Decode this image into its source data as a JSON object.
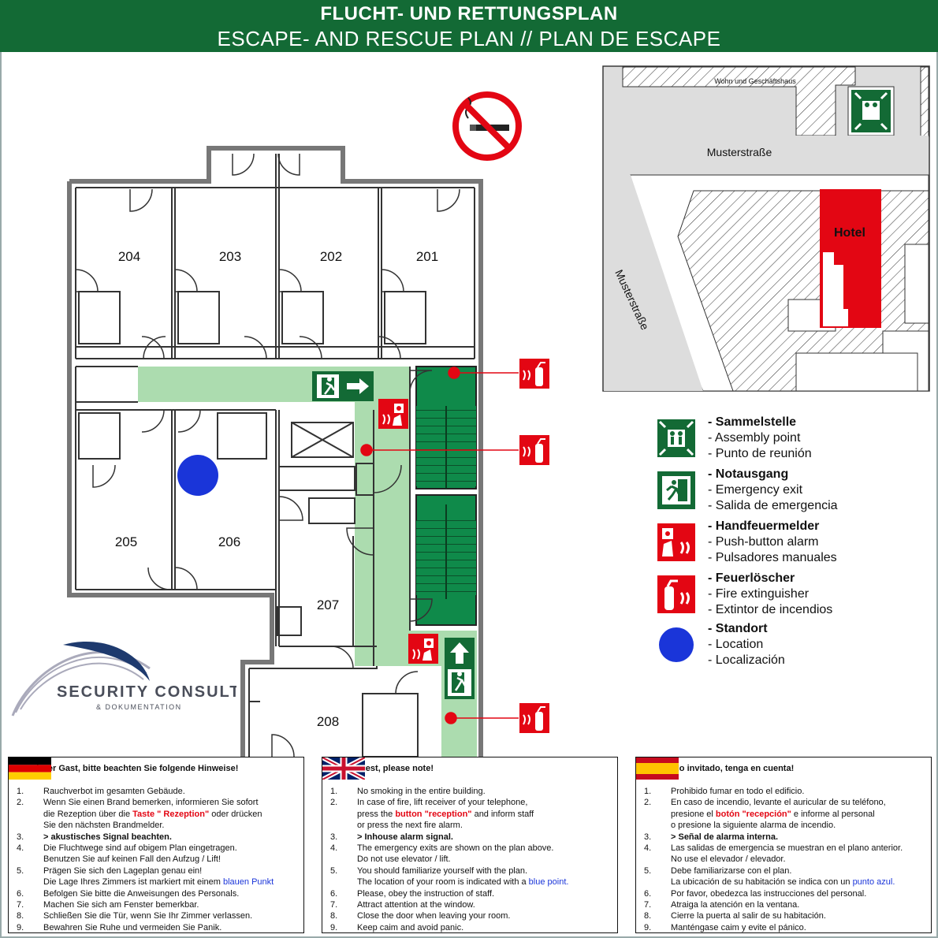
{
  "header": {
    "title": "FLUCHT- UND RETTUNGSPLAN",
    "subtitle": "ESCAPE- AND RESCUE PLAN // PLAN DE ESCAPE"
  },
  "colors": {
    "green": "#136a35",
    "corridor_green": "#acdcaf",
    "stair_green": "#0f8a4a",
    "red": "#e30613",
    "blue": "#1a35d9"
  },
  "floorplan": {
    "rooms": [
      "204",
      "203",
      "202",
      "201",
      "205",
      "206",
      "207",
      "208"
    ]
  },
  "site_map": {
    "building_label": "Wohn und Geschäftshaus",
    "street_horizontal": "Musterstraße",
    "street_vertical": "Musterstraße",
    "hotel_label": "Hotel"
  },
  "legend": [
    {
      "icon": "assembly-point-icon",
      "title": "- Sammelstelle",
      "en": "- Assembly point",
      "es": "- Punto de reunión"
    },
    {
      "icon": "emergency-exit-icon",
      "title": "- Notausgang",
      "en": "- Emergency exit",
      "es": "- Salida de emergencia"
    },
    {
      "icon": "fire-alarm-icon",
      "title": "- Handfeuermelder",
      "en": "- Push-button alarm",
      "es": "- Pulsadores manuales"
    },
    {
      "icon": "fire-extinguisher-icon",
      "title": "- Feuerlöscher",
      "en": "- Fire extinguisher",
      "es": "- Extintor de incendios"
    },
    {
      "icon": "location-dot-icon",
      "title": "- Standort",
      "en": "- Location",
      "es": "- Localización"
    }
  ],
  "logo": {
    "name": "SECURITY CONSULT",
    "sub": "& DOKUMENTATION"
  },
  "notes": {
    "de": {
      "title": "Verehrter Gast, bitte beachten Sie folgende Hinweise!",
      "items": [
        {
          "n": "1.",
          "lines": [
            "Rauchverbot im gesamten Gebäude."
          ]
        },
        {
          "n": "2.",
          "lines": [
            "Wenn Sie einen Brand bemerken, informieren Sie sofort",
            "die Rezeption über die ",
            "Sie den nächsten Brandmelder."
          ],
          "hl": "Taste \" Rezeption\"",
          "after": "  oder drücken"
        },
        {
          "n": "3.",
          "lines": [
            ">  akustisches Signal beachten."
          ],
          "bold": true
        },
        {
          "n": "4.",
          "lines": [
            "Die Fluchtwege sind auf obigem Plan eingetragen.",
            "Benutzen Sie auf keinen Fall den Aufzug / Lift!"
          ]
        },
        {
          "n": "5.",
          "lines": [
            "Prägen Sie sich den Lageplan genau ein!",
            "Die Lage Ihres Zimmers ist markiert mit einem "
          ],
          "blue": "blauen Punkt"
        },
        {
          "n": "6.",
          "lines": [
            "Befolgen Sie bitte die Anweisungen des Personals."
          ]
        },
        {
          "n": "7.",
          "lines": [
            "Machen Sie sich am Fenster bemerkbar."
          ]
        },
        {
          "n": "8.",
          "lines": [
            "Schließen Sie die Tür, wenn Sie Ihr Zimmer verlassen."
          ]
        },
        {
          "n": "9.",
          "lines": [
            "Bewahren Sie Ruhe und vermeiden Sie Panik."
          ]
        }
      ]
    },
    "en": {
      "title": "Dear Guest, please note!",
      "items": [
        {
          "n": "1.",
          "lines": [
            "No smoking in the entire building."
          ]
        },
        {
          "n": "2.",
          "lines": [
            "In case of fire, lift receiver of your telephone,",
            "press the ",
            "or press the next fire alarm."
          ],
          "hl": "button \"reception\"",
          "after": "  and inform staff"
        },
        {
          "n": "3.",
          "lines": [
            " > Inhouse alarm signal."
          ],
          "bold": true
        },
        {
          "n": "4.",
          "lines": [
            "The emergency exits are shown on the plan above.",
            "Do not use elevator / lift."
          ]
        },
        {
          "n": "5.",
          "lines": [
            "You should familiarize yourself with the plan.",
            "The location of your room is indicated with a "
          ],
          "blue": "blue point."
        },
        {
          "n": "6.",
          "lines": [
            "Please, obey the instruction of staff."
          ]
        },
        {
          "n": "7.",
          "lines": [
            "Attract attention at the window."
          ]
        },
        {
          "n": "8.",
          "lines": [
            "Close the door when leaving your room."
          ]
        },
        {
          "n": "9.",
          "lines": [
            "Keep caim and avoid panic."
          ]
        }
      ]
    },
    "es": {
      "title": "Estimado invitado, tenga en cuenta!",
      "items": [
        {
          "n": "1.",
          "lines": [
            "Prohibido fumar en todo el edificio."
          ]
        },
        {
          "n": "2.",
          "lines": [
            "En caso de incendio, levante el auricular de su teléfono,",
            "presione el ",
            "o presione la siguiente alarma de incendio."
          ],
          "hl": "botón \"recepción\"",
          "after": " e informe al personal"
        },
        {
          "n": "3.",
          "lines": [
            "> Señal de alarma interna."
          ],
          "bold": true
        },
        {
          "n": "4.",
          "lines": [
            "Las salidas de emergencia se muestran en el plano anterior.",
            "No use el elevador / elevador."
          ]
        },
        {
          "n": "5.",
          "lines": [
            "Debe familiarizarse con el plan.",
            "La ubicación de su habitación se indica con un "
          ],
          "blue": "punto azul."
        },
        {
          "n": "6.",
          "lines": [
            "Por favor, obedezca las instrucciones del personal."
          ]
        },
        {
          "n": "7.",
          "lines": [
            "Atraiga la atención en la ventana."
          ]
        },
        {
          "n": "8.",
          "lines": [
            "Cierre la puerta al salir de su habitación."
          ]
        },
        {
          "n": "9.",
          "lines": [
            "Manténgase caim y evite el pánico."
          ]
        }
      ]
    }
  }
}
